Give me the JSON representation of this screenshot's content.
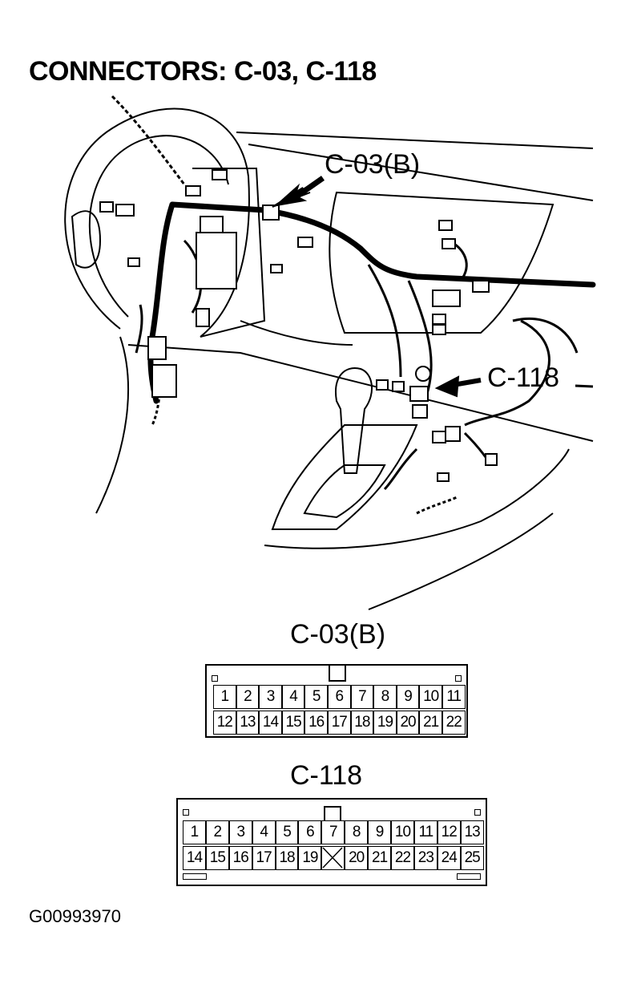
{
  "title": "CONNECTORS: C-03, C-118",
  "figure_id": "G00993970",
  "callouts": {
    "c03b": "C-03(B)",
    "c118": "C-118"
  },
  "connectors": [
    {
      "label": "C-03(B)",
      "rows": [
        [
          "1",
          "2",
          "3",
          "4",
          "5",
          "6",
          "7",
          "8",
          "9",
          "10",
          "11"
        ],
        [
          "12",
          "13",
          "14",
          "15",
          "16",
          "17",
          "18",
          "19",
          "20",
          "21",
          "22"
        ]
      ]
    },
    {
      "label": "C-118",
      "rows": [
        [
          "1",
          "2",
          "3",
          "4",
          "5",
          "6",
          "7",
          "8",
          "9",
          "10",
          "11",
          "12",
          "13"
        ],
        [
          "14",
          "15",
          "16",
          "17",
          "18",
          "19",
          "",
          "20",
          "21",
          "22",
          "23",
          "24",
          "25"
        ]
      ]
    }
  ]
}
